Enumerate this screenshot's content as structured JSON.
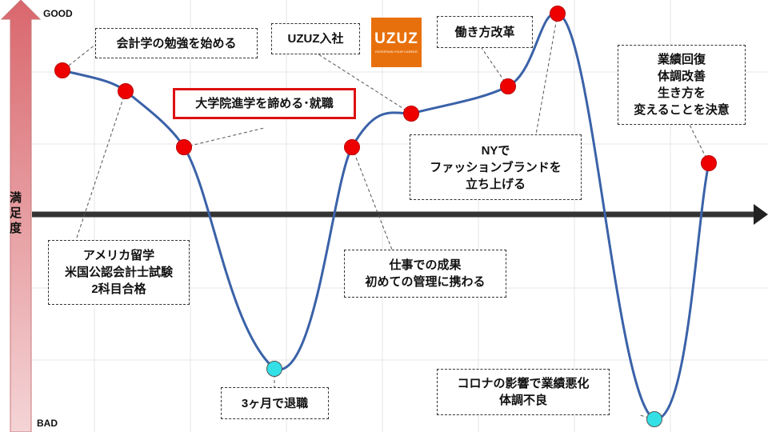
{
  "axis": {
    "good": "GOOD",
    "bad": "BAD",
    "ylabel": "満足度",
    "arrow_color": "#d9676d"
  },
  "logo": {
    "name": "UZUZ",
    "tagline": "ENTERTAIN YOUR CAREER",
    "color": "#e8700c"
  },
  "events": [
    {
      "id": "accounting",
      "text": "会計学の勉強を始める",
      "satisfaction": "high"
    },
    {
      "id": "study-abroad",
      "text": "アメリカ留学\n米国公認会計士試験\n2科目合格",
      "satisfaction": "high"
    },
    {
      "id": "give-up-grad",
      "text": "大学院進学を諦める･就職",
      "satisfaction": "mid-high"
    },
    {
      "id": "quit",
      "text": "3ヶ月で退職",
      "satisfaction": "low"
    },
    {
      "id": "achievement",
      "text": "仕事での成果\n初めての管理に携わる",
      "satisfaction": "mid-high"
    },
    {
      "id": "join-uzuz",
      "text": "UZUZ入社",
      "satisfaction": "high"
    },
    {
      "id": "work-reform",
      "text": "働き方改革",
      "satisfaction": "high"
    },
    {
      "id": "ny-brand",
      "text": "NYで\nファッションブランドを\n立ち上げる",
      "satisfaction": "peak"
    },
    {
      "id": "corona",
      "text": "コロナの影響で業績悪化\n体調不良",
      "satisfaction": "lowest"
    },
    {
      "id": "recovery",
      "text": "業績回復\n体調改善\n生き方を\n変えることを決意",
      "satisfaction": "mid-high"
    }
  ],
  "colors": {
    "curve": "#3a62a8",
    "good_point": "#ee0000",
    "bad_point": "#33e0e6"
  }
}
